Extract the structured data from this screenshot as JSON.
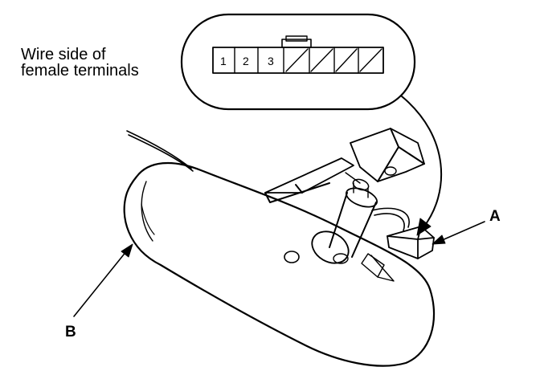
{
  "connector": {
    "caption_line1": "Wire side of",
    "caption_line2": "female terminals",
    "terminals": [
      "1",
      "2",
      "3"
    ]
  },
  "callouts": {
    "a": "A",
    "b": "B"
  },
  "colors": {
    "line": "#000000",
    "background": "#ffffff"
  }
}
